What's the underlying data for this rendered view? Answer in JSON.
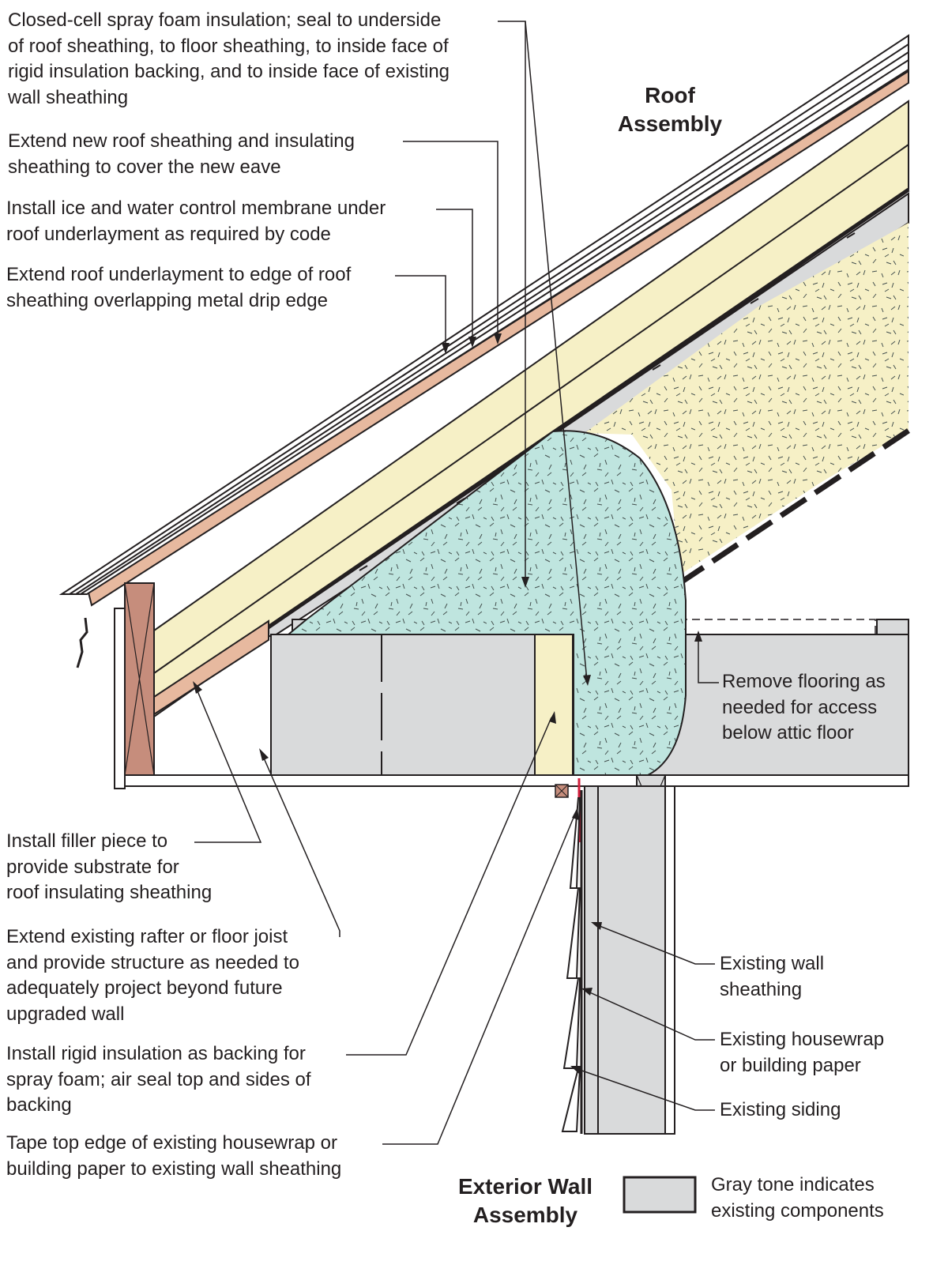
{
  "diagram": {
    "titles": {
      "roof_assembly": "Roof\nAssembly",
      "wall_assembly": "Exterior Wall\nAssembly"
    },
    "callouts": {
      "spray_foam": "Closed-cell spray foam insulation; seal to underside\nof roof sheathing, to floor sheathing, to inside face of\nrigid insulation backing, and to inside face of existing\nwall sheathing",
      "extend_sheathing": "Extend new roof sheathing and insulating\nsheathing to cover the new eave",
      "ice_water": "Install ice and water control membrane under\nroof underlayment as required by code",
      "underlayment": "Extend roof underlayment to edge of roof\nsheathing overlapping metal drip edge",
      "remove_flooring": "Remove flooring as\nneeded for access\nbelow attic floor",
      "filler_piece": "Install filler piece to\nprovide substrate for\nroof insulating sheathing",
      "extend_rafter": "Extend existing rafter or floor joist\nand provide structure as needed to\nadequately project beyond future\nupgraded wall",
      "rigid_backing": "Install rigid insulation as backing for\nspray foam; air seal top and sides of\nbacking",
      "tape_housewrap": "Tape top edge of existing housewrap or\nbuilding paper to existing wall sheathing",
      "wall_sheathing": "Existing wall\nsheathing",
      "housewrap": "Existing housewrap\nor building paper",
      "siding": "Existing siding"
    },
    "legend": {
      "text": "Gray tone indicates\nexisting components",
      "swatch_color": "#d9dadb"
    },
    "colors": {
      "existing_gray": "#d9dadb",
      "insulation_cream": "#f6f0c6",
      "spray_foam_teal": "#bfe5df",
      "wood_brown": "#c68d7c",
      "sheathing_tan": "#e7b99f",
      "tape_red": "#d21f3c",
      "line": "#231f20"
    }
  }
}
